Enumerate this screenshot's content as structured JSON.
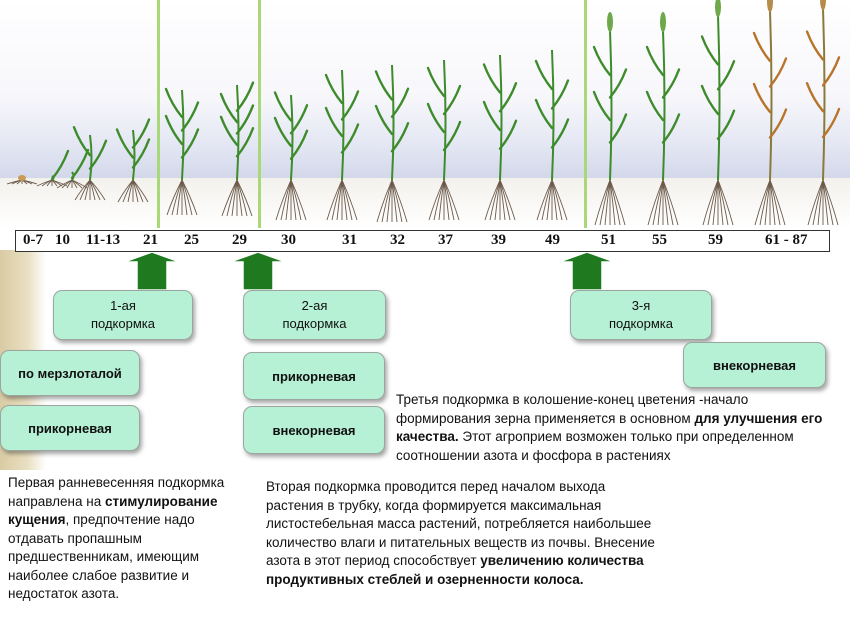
{
  "stages": [
    "0-7",
    "10",
    "11-13",
    "21",
    "25",
    "29",
    "30",
    "31",
    "32",
    "37",
    "39",
    "49",
    "51",
    "55",
    "59",
    "61 - 87"
  ],
  "feedings": [
    {
      "line1": "1-ая",
      "line2": "подкормка"
    },
    {
      "line1": "2-ая",
      "line2": "подкормка"
    },
    {
      "line1": "3-я",
      "line2": "подкормка"
    }
  ],
  "methods": {
    "first": [
      "по мерзлоталой",
      "прикорневая"
    ],
    "second": [
      "прикорневая",
      "внекорневая"
    ],
    "third": [
      "внекорневая"
    ]
  },
  "notes": {
    "first": {
      "pre": "Первая ранневесенняя подкормка направлена на ",
      "bold": "стимулирование кущения",
      "post": ", предпочтение надо отдавать пропашным предшественникам, имеющим наиболее слабое развитие и недостаток азота."
    },
    "second": {
      "pre": "Вторая подкормка проводится перед началом выхода растения в трубку, когда формируется максимальная листостебельная масса растений, потребляется наибольшее количество влаги и питательных веществ из почвы. Внесение азота в этот период способствует ",
      "bold": "увеличению количества продуктивных стеблей и озерненности колоса."
    },
    "third": {
      "pre": "Третья подкормка в колошение-конец цветения -начало формирования зерна применяется в основном ",
      "bold": "для улучшения его качества.",
      "post": " Этот агроприем возможен только при определенном соотношении азота и фосфора в растениях"
    }
  },
  "colors": {
    "box_fill": "#b6f0d5",
    "arrow": "#1f7a1f",
    "stage_line": "#a8d878",
    "leaf": "#3d8b2a",
    "root": "#6b5a4a"
  }
}
